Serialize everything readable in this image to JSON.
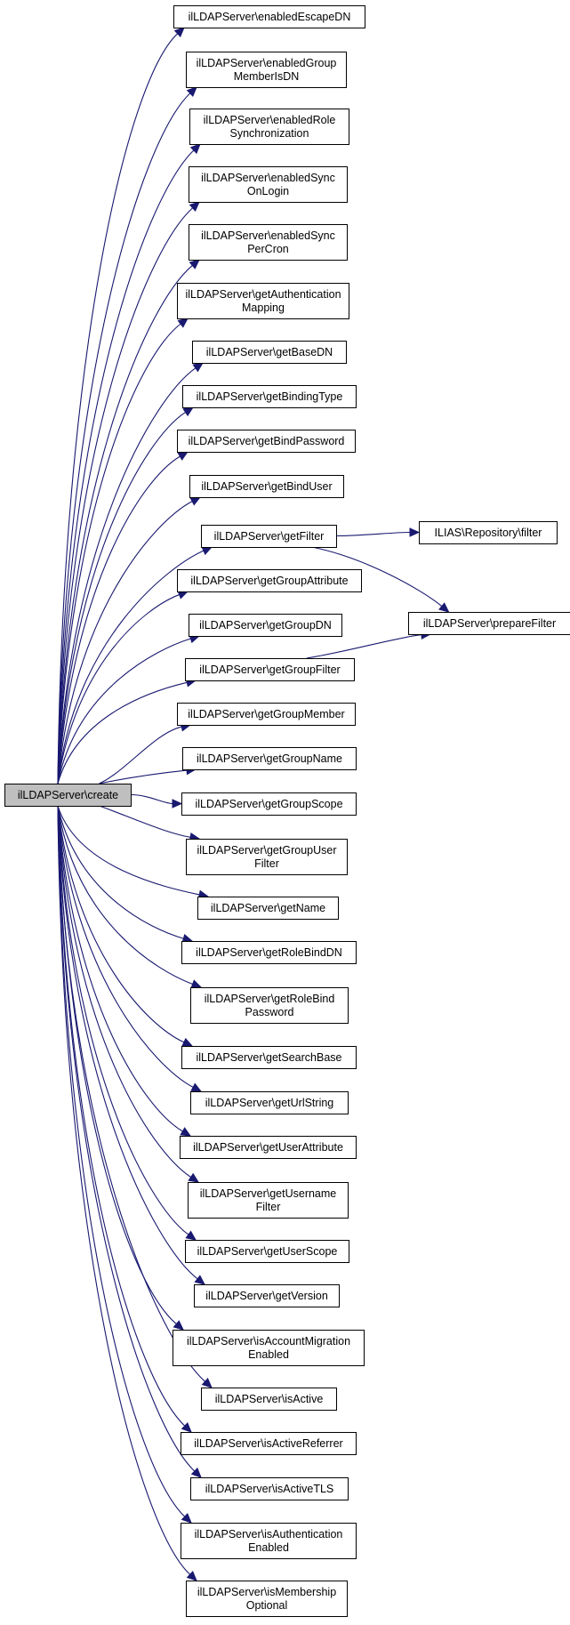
{
  "diagram": {
    "type": "call-graph",
    "root": {
      "id": "create",
      "lines": [
        "ilLDAPServer\\create"
      ]
    },
    "nodes": [
      {
        "id": "enabledEscapeDN",
        "lines": [
          "ilLDAPServer\\enabledEscapeDN"
        ]
      },
      {
        "id": "enabledGroupMemberIsDN",
        "lines": [
          "ilLDAPServer\\enabledGroup",
          "MemberIsDN"
        ]
      },
      {
        "id": "enabledRoleSynchronization",
        "lines": [
          "ilLDAPServer\\enabledRole",
          "Synchronization"
        ]
      },
      {
        "id": "enabledSyncOnLogin",
        "lines": [
          "ilLDAPServer\\enabledSync",
          "OnLogin"
        ]
      },
      {
        "id": "enabledSyncPerCron",
        "lines": [
          "ilLDAPServer\\enabledSync",
          "PerCron"
        ]
      },
      {
        "id": "getAuthenticationMapping",
        "lines": [
          "ilLDAPServer\\getAuthentication",
          "Mapping"
        ]
      },
      {
        "id": "getBaseDN",
        "lines": [
          "ilLDAPServer\\getBaseDN"
        ]
      },
      {
        "id": "getBindingType",
        "lines": [
          "ilLDAPServer\\getBindingType"
        ]
      },
      {
        "id": "getBindPassword",
        "lines": [
          "ilLDAPServer\\getBindPassword"
        ]
      },
      {
        "id": "getBindUser",
        "lines": [
          "ilLDAPServer\\getBindUser"
        ]
      },
      {
        "id": "getFilter",
        "lines": [
          "ilLDAPServer\\getFilter"
        ]
      },
      {
        "id": "getGroupAttribute",
        "lines": [
          "ilLDAPServer\\getGroupAttribute"
        ]
      },
      {
        "id": "getGroupDN",
        "lines": [
          "ilLDAPServer\\getGroupDN"
        ]
      },
      {
        "id": "getGroupFilter",
        "lines": [
          "ilLDAPServer\\getGroupFilter"
        ]
      },
      {
        "id": "getGroupMember",
        "lines": [
          "ilLDAPServer\\getGroupMember"
        ]
      },
      {
        "id": "getGroupName",
        "lines": [
          "ilLDAPServer\\getGroupName"
        ]
      },
      {
        "id": "getGroupScope",
        "lines": [
          "ilLDAPServer\\getGroupScope"
        ]
      },
      {
        "id": "getGroupUserFilter",
        "lines": [
          "ilLDAPServer\\getGroupUser",
          "Filter"
        ]
      },
      {
        "id": "getName",
        "lines": [
          "ilLDAPServer\\getName"
        ]
      },
      {
        "id": "getRoleBindDN",
        "lines": [
          "ilLDAPServer\\getRoleBindDN"
        ]
      },
      {
        "id": "getRoleBindPassword",
        "lines": [
          "ilLDAPServer\\getRoleBind",
          "Password"
        ]
      },
      {
        "id": "getSearchBase",
        "lines": [
          "ilLDAPServer\\getSearchBase"
        ]
      },
      {
        "id": "getUrlString",
        "lines": [
          "ilLDAPServer\\getUrlString"
        ]
      },
      {
        "id": "getUserAttribute",
        "lines": [
          "ilLDAPServer\\getUserAttribute"
        ]
      },
      {
        "id": "getUsernameFilter",
        "lines": [
          "ilLDAPServer\\getUsername",
          "Filter"
        ]
      },
      {
        "id": "getUserScope",
        "lines": [
          "ilLDAPServer\\getUserScope"
        ]
      },
      {
        "id": "getVersion",
        "lines": [
          "ilLDAPServer\\getVersion"
        ]
      },
      {
        "id": "isAccountMigrationEnabled",
        "lines": [
          "ilLDAPServer\\isAccountMigration",
          "Enabled"
        ]
      },
      {
        "id": "isActive",
        "lines": [
          "ilLDAPServer\\isActive"
        ]
      },
      {
        "id": "isActiveReferrer",
        "lines": [
          "ilLDAPServer\\isActiveReferrer"
        ]
      },
      {
        "id": "isActiveTLS",
        "lines": [
          "ilLDAPServer\\isActiveTLS"
        ]
      },
      {
        "id": "isAuthenticationEnabled",
        "lines": [
          "ilLDAPServer\\isAuthentication",
          "Enabled"
        ]
      },
      {
        "id": "isMembershipOptional",
        "lines": [
          "ilLDAPServer\\isMembership",
          "Optional"
        ]
      },
      {
        "id": "repositoryFilter",
        "lines": [
          "ILIAS\\Repository\\filter"
        ]
      },
      {
        "id": "prepareFilter",
        "lines": [
          "ilLDAPServer\\prepareFilter"
        ]
      }
    ],
    "edges": [
      {
        "from": "create",
        "to": "enabledEscapeDN"
      },
      {
        "from": "create",
        "to": "enabledGroupMemberIsDN"
      },
      {
        "from": "create",
        "to": "enabledRoleSynchronization"
      },
      {
        "from": "create",
        "to": "enabledSyncOnLogin"
      },
      {
        "from": "create",
        "to": "enabledSyncPerCron"
      },
      {
        "from": "create",
        "to": "getAuthenticationMapping"
      },
      {
        "from": "create",
        "to": "getBaseDN"
      },
      {
        "from": "create",
        "to": "getBindingType"
      },
      {
        "from": "create",
        "to": "getBindPassword"
      },
      {
        "from": "create",
        "to": "getBindUser"
      },
      {
        "from": "create",
        "to": "getFilter"
      },
      {
        "from": "create",
        "to": "getGroupAttribute"
      },
      {
        "from": "create",
        "to": "getGroupDN"
      },
      {
        "from": "create",
        "to": "getGroupFilter"
      },
      {
        "from": "create",
        "to": "getGroupMember"
      },
      {
        "from": "create",
        "to": "getGroupName"
      },
      {
        "from": "create",
        "to": "getGroupScope"
      },
      {
        "from": "create",
        "to": "getGroupUserFilter"
      },
      {
        "from": "create",
        "to": "getName"
      },
      {
        "from": "create",
        "to": "getRoleBindDN"
      },
      {
        "from": "create",
        "to": "getRoleBindPassword"
      },
      {
        "from": "create",
        "to": "getSearchBase"
      },
      {
        "from": "create",
        "to": "getUrlString"
      },
      {
        "from": "create",
        "to": "getUserAttribute"
      },
      {
        "from": "create",
        "to": "getUsernameFilter"
      },
      {
        "from": "create",
        "to": "getUserScope"
      },
      {
        "from": "create",
        "to": "getVersion"
      },
      {
        "from": "create",
        "to": "isAccountMigrationEnabled"
      },
      {
        "from": "create",
        "to": "isActive"
      },
      {
        "from": "create",
        "to": "isActiveReferrer"
      },
      {
        "from": "create",
        "to": "isActiveTLS"
      },
      {
        "from": "create",
        "to": "isAuthenticationEnabled"
      },
      {
        "from": "create",
        "to": "isMembershipOptional"
      },
      {
        "from": "getFilter",
        "to": "repositoryFilter"
      },
      {
        "from": "getFilter",
        "to": "prepareFilter"
      },
      {
        "from": "getGroupFilter",
        "to": "prepareFilter"
      }
    ],
    "colors": {
      "edge": "#191970",
      "root_fill": "#bfbfbf",
      "node_fill": "#ffffff",
      "node_border": "#000000"
    }
  }
}
